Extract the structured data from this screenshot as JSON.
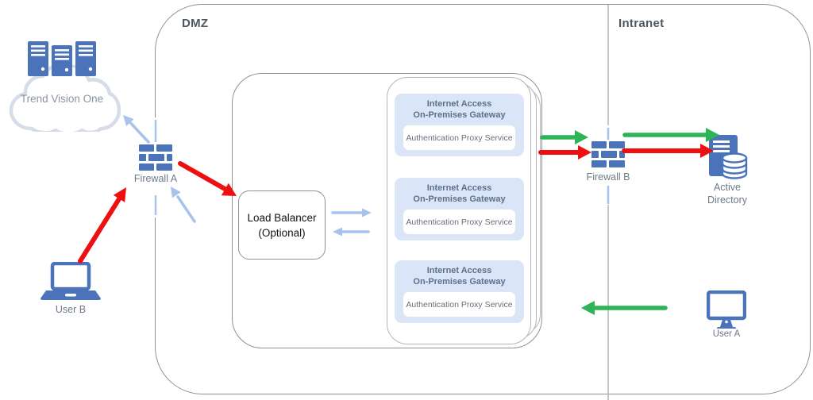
{
  "zones": {
    "dmz": "DMZ",
    "intranet": "Intranet"
  },
  "nodes": {
    "trend_vision_one": {
      "label": "Trend Vision One"
    },
    "firewall_a": {
      "label": "Firewall A"
    },
    "user_b": {
      "label": "User B"
    },
    "load_balancer": {
      "line1": "Load Balancer",
      "line2": "(Optional)"
    },
    "gateways": [
      {
        "title1": "Internet Access",
        "title2": "On-Premises Gateway",
        "service": "Authentication Proxy Service"
      },
      {
        "title1": "Internet Access",
        "title2": "On-Premises Gateway",
        "service": "Authentication Proxy Service"
      },
      {
        "title1": "Internet Access",
        "title2": "On-Premises Gateway",
        "service": "Authentication Proxy Service"
      }
    ],
    "firewall_b": {
      "label": "Firewall B"
    },
    "active_directory": {
      "line1": "Active",
      "line2": "Directory"
    },
    "user_a": {
      "label": "User A"
    }
  },
  "colors": {
    "red": "#ee1010",
    "green": "#2db457",
    "arrow-blue": "#a6c3ec",
    "icon-blue": "#4b73b9",
    "cloud-stroke": "#d6dde9",
    "label-gray": "#6e7987",
    "trend-gray": "#8b93a0",
    "zone-label": "#4e5765",
    "gateway-bg": "#dbe5f8",
    "gateway-title": "#5d7089",
    "service-text": "#68707c",
    "border-gray": "#8d9298",
    "line-gray": "#b1b5bb"
  }
}
